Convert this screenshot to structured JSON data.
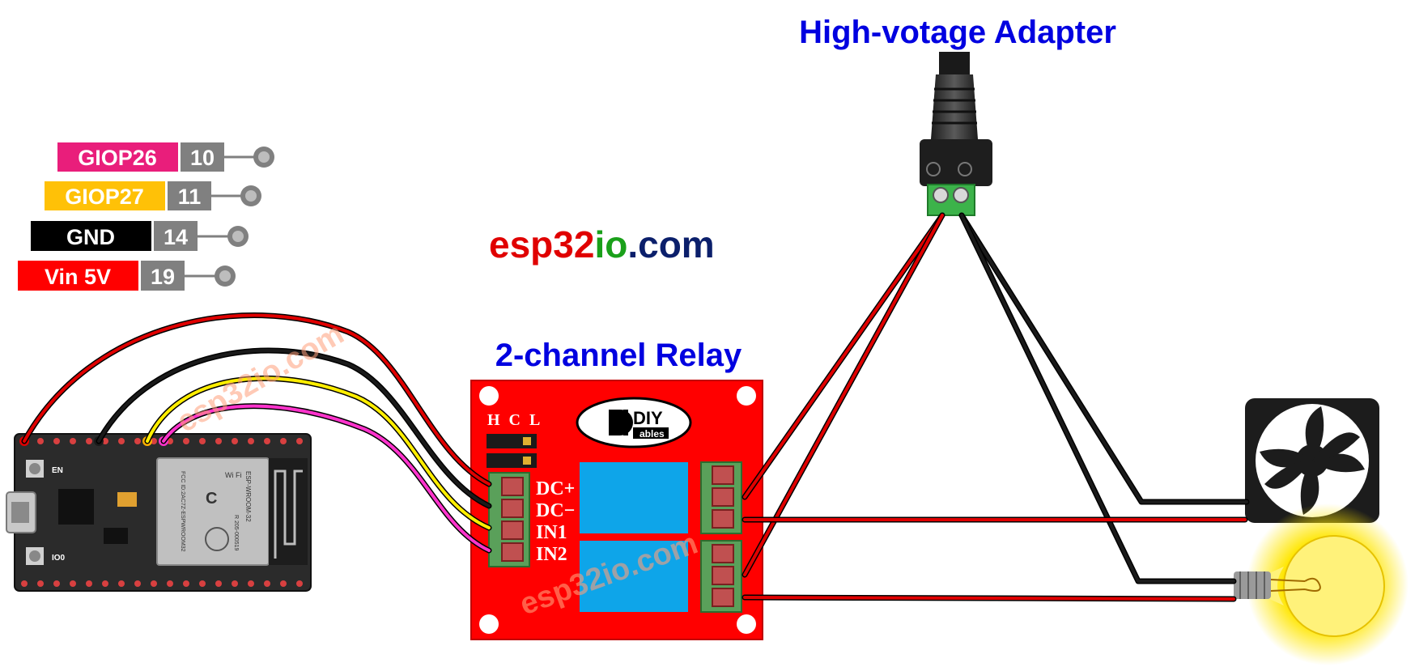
{
  "title": "High-votage Adapter",
  "site": {
    "part1": "esp32",
    "part2": "io",
    "part3": ".com"
  },
  "relay_title": "2-channel Relay",
  "watermark": "esp32io.com",
  "logo": {
    "diy": "DIY",
    "ables": "ables"
  },
  "jumper_labels": "H C L",
  "relay_terminals": [
    "DC+",
    "DC−",
    "IN1",
    "IN2"
  ],
  "pin_legend": [
    {
      "name": "GIOP26",
      "number": "10",
      "color": "#e91e7b"
    },
    {
      "name": "GIOP27",
      "number": "11",
      "color": "#ffc107"
    },
    {
      "name": "GND",
      "number": "14",
      "color": "#000000"
    },
    {
      "name": "Vin 5V",
      "number": "19",
      "color": "#ff0000"
    }
  ],
  "wire_colors": {
    "vin": "#e00000",
    "gnd": "#1a1a1a",
    "giop27": "#ffee00",
    "giop26": "#ff33cc"
  },
  "board_labels": {
    "en": "EN",
    "io0": "IO0"
  },
  "module_text": {
    "wifi": "Wi Fi",
    "esp": "ESP-WROOM-32",
    "fcc": "FCC ID:2AC7Z-ESPWROOM32",
    "r": "R 205-000519",
    "c": "C"
  },
  "icons": [
    "fan-icon",
    "light-bulb-icon",
    "dc-jack-adapter-icon"
  ]
}
